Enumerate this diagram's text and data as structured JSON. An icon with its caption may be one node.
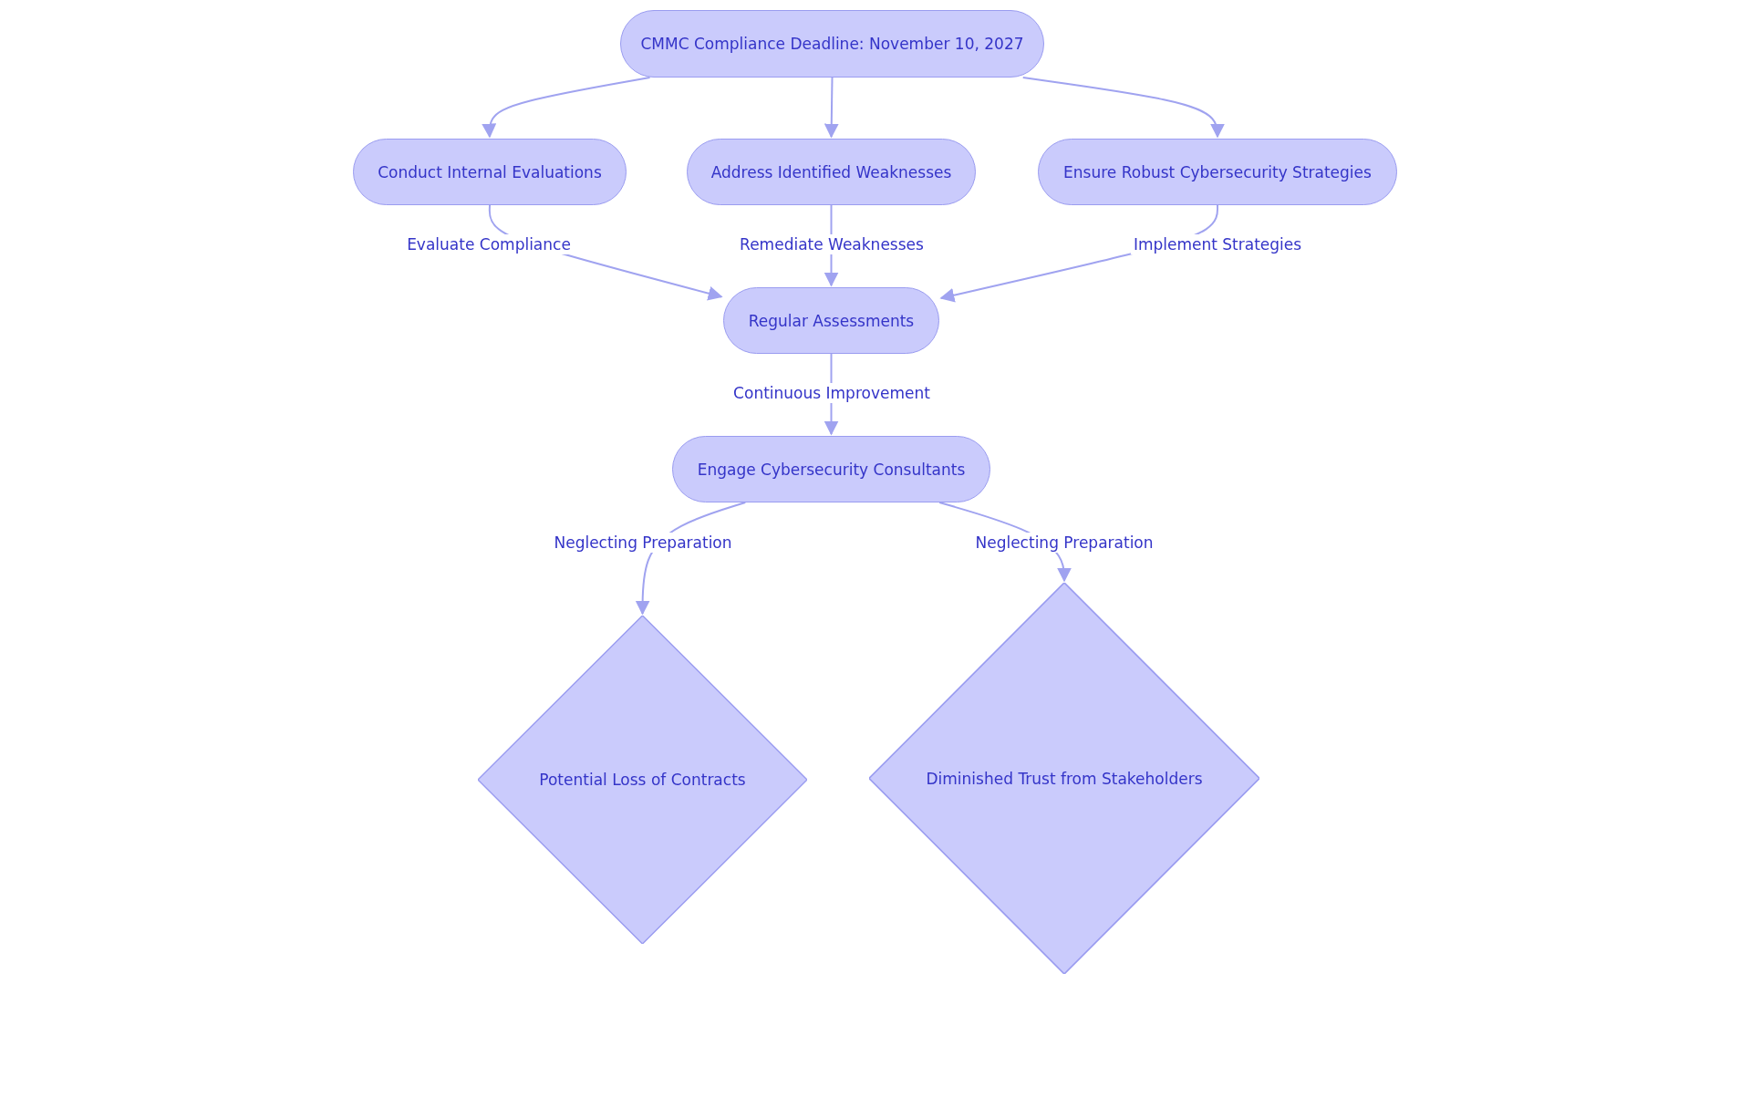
{
  "diagram": {
    "nodes": [
      {
        "text": [
          "CMMC Compliance Deadline: November 10, 2027"
        ]
      },
      {
        "text": [
          "Conduct Internal Evaluations"
        ]
      },
      {
        "text": [
          "Address Identified Weaknesses"
        ]
      },
      {
        "text": [
          "Ensure Robust Cybersecurity Strategies"
        ]
      },
      {
        "text": [
          "Regular Assessments"
        ]
      },
      {
        "text": [
          "Engage Cybersecurity Consultants"
        ]
      },
      {
        "text": [
          "Potential Loss of Contracts"
        ]
      },
      {
        "text": [
          "Diminished Trust from Stakeholders"
        ]
      }
    ],
    "edges": [
      {
        "from": 0,
        "to": 1,
        "arrow": "to"
      },
      {
        "from": 0,
        "to": 2,
        "arrow": "to"
      },
      {
        "from": 0,
        "to": 3,
        "arrow": "to"
      },
      {
        "from": 1,
        "to": 4,
        "arrow": "to",
        "label": "Evaluate Compliance"
      },
      {
        "from": 2,
        "to": 4,
        "arrow": "to",
        "label": "Remediate Weaknesses"
      },
      {
        "from": 3,
        "to": 4,
        "arrow": "to",
        "label": "Implement Strategies"
      },
      {
        "from": 4,
        "to": 5,
        "arrow": "to",
        "label": "Continuous Improvement"
      },
      {
        "from": 5,
        "to": 6,
        "arrow": "to",
        "label": "Neglecting Preparation"
      },
      {
        "from": 5,
        "to": 7,
        "arrow": "to",
        "label": "Neglecting Preparation"
      }
    ]
  }
}
